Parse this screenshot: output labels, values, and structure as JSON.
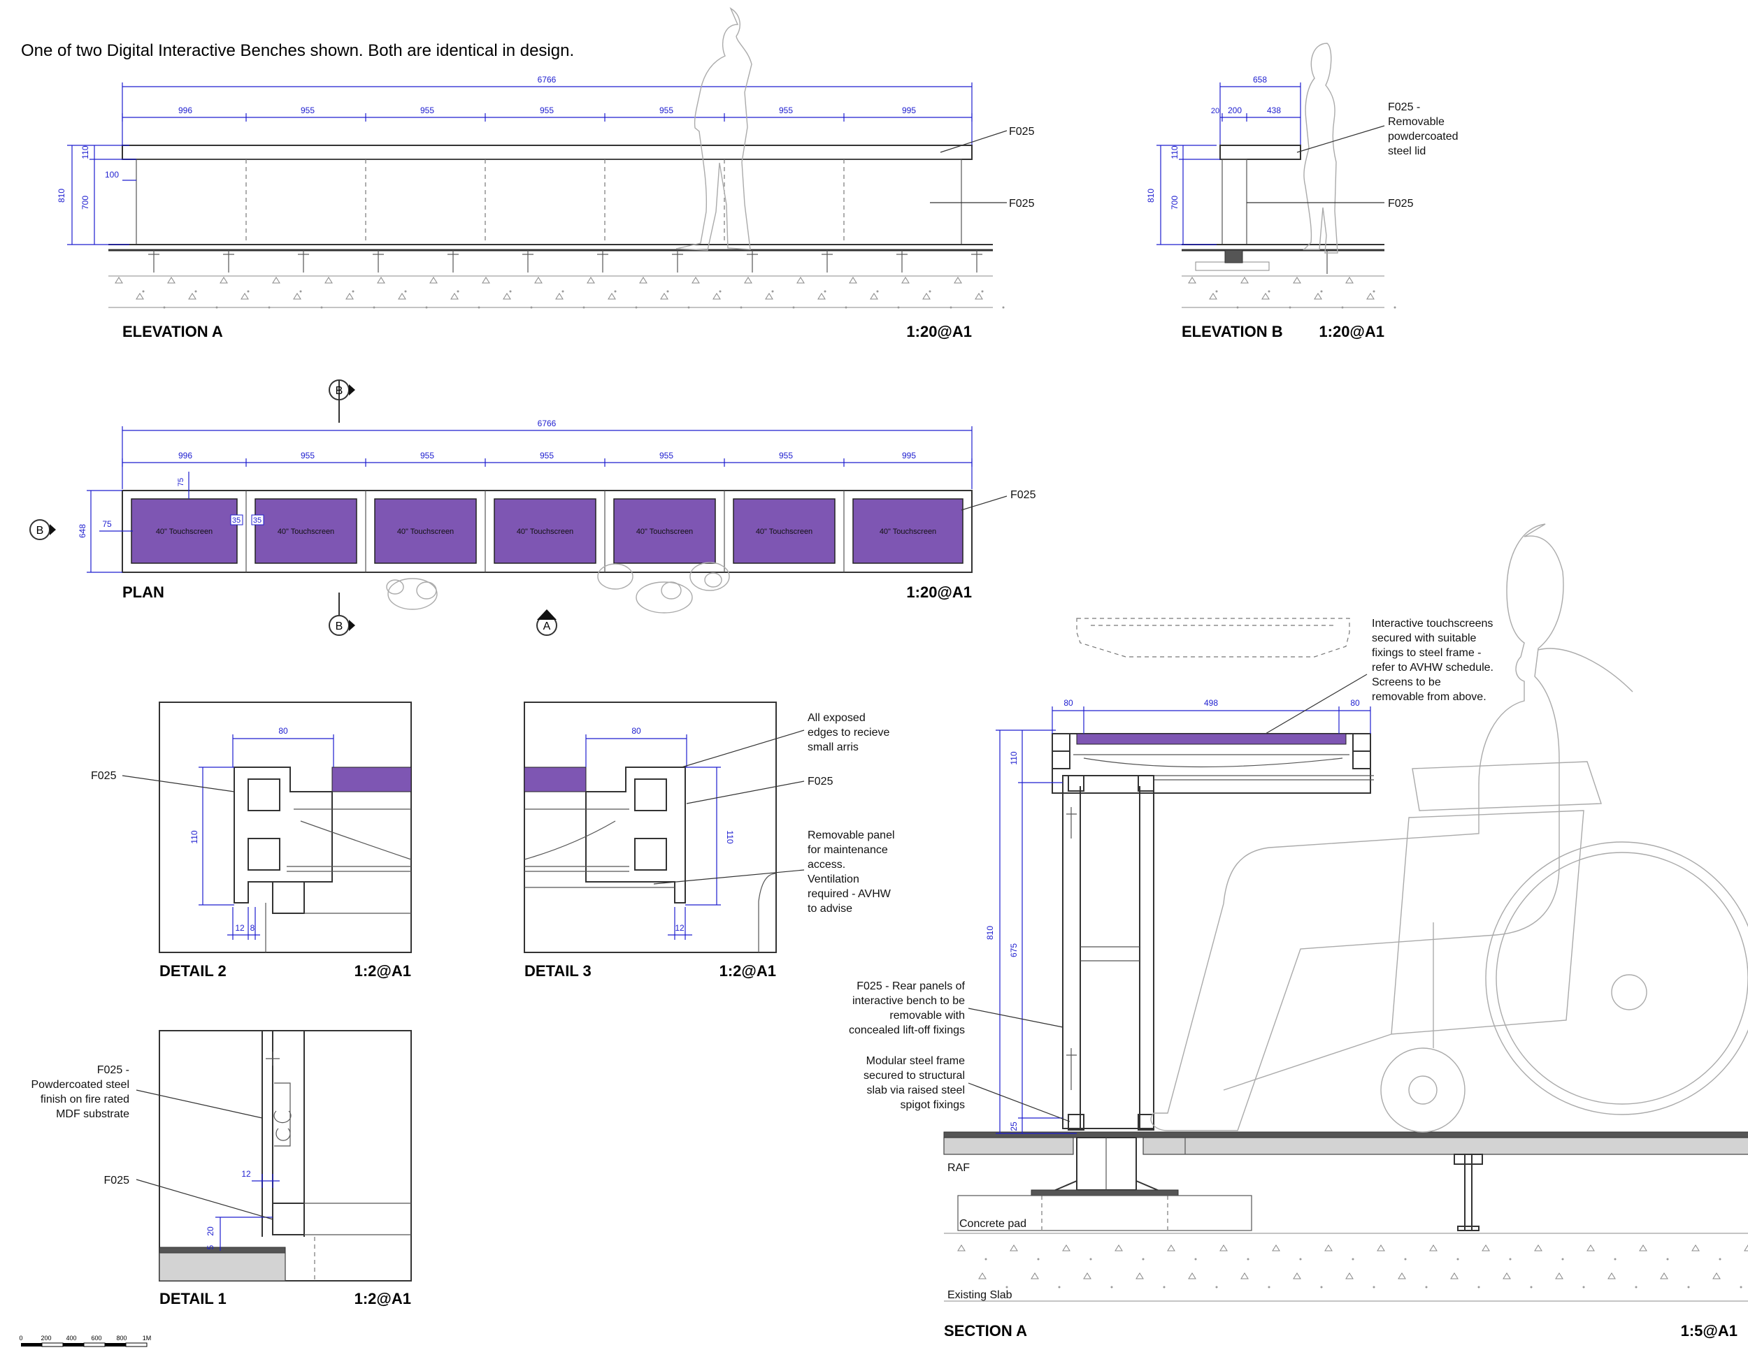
{
  "sheet_note": "One of two Digital Interactive Benches shown. Both are identical in design.",
  "elevation_a": {
    "title": "ELEVATION A",
    "scale": "1:20@A1",
    "overall": "6766",
    "segments": [
      "996",
      "955",
      "955",
      "955",
      "955",
      "955",
      "995"
    ],
    "heights": {
      "total": "810",
      "lid": "110",
      "body": "700",
      "recess": "100"
    },
    "tags": [
      "F025",
      "F025"
    ]
  },
  "elevation_b": {
    "title": "ELEVATION B",
    "scale": "1:20@A1",
    "overall": "658",
    "segments": [
      "20",
      "200",
      "438"
    ],
    "heights": {
      "total": "810",
      "lid": "110",
      "body": "700"
    },
    "lid_note": [
      "F025 -",
      "Removable",
      "powdercoated",
      "steel lid"
    ],
    "body_tag": "F025"
  },
  "plan": {
    "title": "PLAN",
    "scale": "1:20@A1",
    "overall": "6766",
    "segments": [
      "996",
      "955",
      "955",
      "955",
      "955",
      "955",
      "995"
    ],
    "depth": "648",
    "edge": "75",
    "top_edge": "75",
    "gap_a": "35",
    "gap_b": "35",
    "screen_label": "40\" Touchscreen",
    "tag": "F025",
    "markers": [
      "B",
      "B",
      "B",
      "A"
    ]
  },
  "detail_2": {
    "title": "DETAIL 2",
    "scale": "1:2@A1",
    "width": "80",
    "height": "110",
    "d_a": "12",
    "d_b": "8",
    "tag": "F025"
  },
  "detail_3": {
    "title": "DETAIL 3",
    "scale": "1:2@A1",
    "width": "80",
    "height": "110",
    "d_a": "12",
    "notes": {
      "edges": [
        "All exposed",
        "edges to recieve",
        "small arris"
      ],
      "tag": "F025",
      "panel": [
        "Removable panel",
        "for maintenance",
        "access.",
        "Ventilation",
        "required - AVHW",
        "to advise"
      ]
    }
  },
  "detail_1": {
    "title": "DETAIL 1",
    "scale": "1:2@A1",
    "d_a": "12",
    "d_b": "20",
    "d_c": "5",
    "note_finish": [
      "F025 -",
      "Powdercoated steel",
      "finish on fire rated",
      "MDF substrate"
    ],
    "tag": "F025"
  },
  "section_a": {
    "title": "SECTION A",
    "scale": "1:5@A1",
    "top_dims": [
      "80",
      "498",
      "80"
    ],
    "left_dims": {
      "total": "810",
      "lid": "110",
      "body": "675",
      "base": "25"
    },
    "notes": {
      "screens": [
        "Interactive touchscreens",
        "secured with suitable",
        "fixings to steel frame -",
        "refer to AVHW schedule.",
        "Screens to be",
        "removable from above."
      ],
      "rear": [
        "F025 - Rear panels of",
        "interactive bench to be",
        "removable with",
        "concealed lift-off fixings"
      ],
      "frame": [
        "Modular steel frame",
        "secured to structural",
        "slab via raised steel",
        "spigot fixings"
      ]
    },
    "labels": {
      "raf": "RAF",
      "pad": "Concrete pad",
      "slab": "Existing Slab"
    }
  },
  "scale_bar": {
    "ticks": [
      "0",
      "200",
      "400",
      "600",
      "800",
      "1M"
    ]
  },
  "colors": {
    "screen": "#7e56b3",
    "dimension": "#1d1dcf"
  }
}
